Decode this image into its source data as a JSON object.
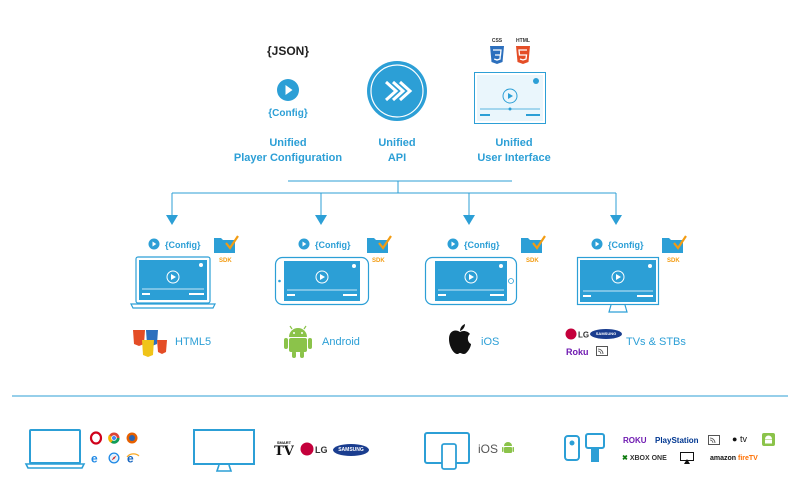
{
  "top": {
    "json_label": "{JSON}",
    "config_label": "{Config}",
    "unified_player_config_line1": "Unified",
    "unified_player_config_line2": "Player Configuration",
    "unified_api_line1": "Unified",
    "unified_api_line2": "API",
    "unified_ui_line1": "Unified",
    "unified_ui_line2": "User Interface",
    "css_badge": "CSS",
    "html_badge": "HTML"
  },
  "platforms": [
    {
      "config": "{Config}",
      "sdk": "SDK",
      "name": "HTML5"
    },
    {
      "config": "{Config}",
      "sdk": "SDK",
      "name": "Android"
    },
    {
      "config": "{Config}",
      "sdk": "SDK",
      "name": "iOS"
    },
    {
      "config": "{Config}",
      "sdk": "SDK",
      "name": "TVs & STBs"
    }
  ],
  "brands": {
    "lg": "LG",
    "samsung": "SAMSUNG",
    "roku": "Roku",
    "smart": "SMART",
    "tv": "TV",
    "ios": "iOS",
    "roku_bottom": "ROKU",
    "playstation": "PlayStation",
    "appletv": "tv",
    "xboxone": "XBOX ONE",
    "amazon": "amazon",
    "firetv": "fireTV"
  },
  "colors": {
    "accent_blue": "#2c9fd6",
    "light_blue": "#d6eefa",
    "orange": "#f39c12",
    "android_green": "#8bc34a"
  }
}
